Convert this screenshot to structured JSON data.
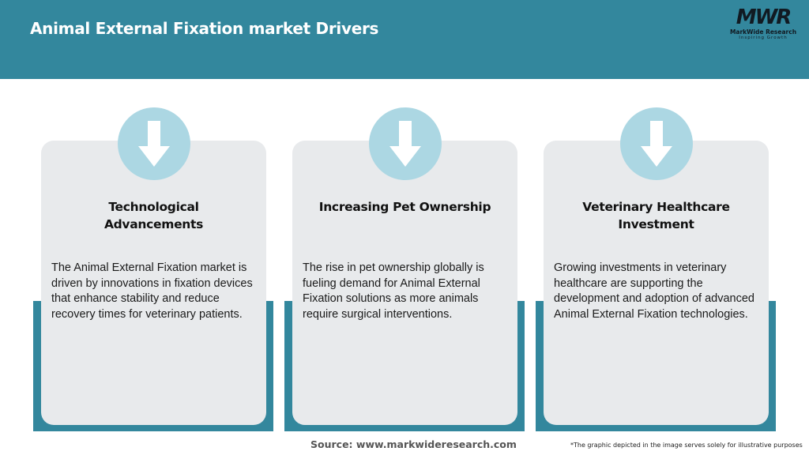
{
  "header": {
    "title": "Animal External Fixation market Drivers",
    "background_color": "#33879d"
  },
  "logo": {
    "mark": "MWR",
    "name": "MarkWide Research",
    "tagline": "Inspiring Growth"
  },
  "cards": [
    {
      "icon": "arrow-down-icon",
      "title": "Technological Advancements",
      "text": "The Animal External Fixation market is driven by innovations in fixation devices that enhance stability and reduce recovery times for veterinary patients."
    },
    {
      "icon": "arrow-down-icon",
      "title": "Increasing Pet Ownership",
      "text": "The rise in pet ownership globally is fueling demand for Animal External Fixation solutions as more animals require surgical interventions."
    },
    {
      "icon": "arrow-down-icon",
      "title": "Veterinary Healthcare Investment",
      "text": "Growing investments in veterinary healthcare are supporting the development and adoption of advanced Animal External Fixation technologies."
    }
  ],
  "colors": {
    "accent": "#33879d",
    "card_bg": "#e8eaec",
    "icon_circle": "#acd7e3"
  },
  "footer": {
    "source": "Source: www.markwideresearch.com",
    "note": "*The graphic depicted in the image serves solely for illustrative purposes"
  }
}
